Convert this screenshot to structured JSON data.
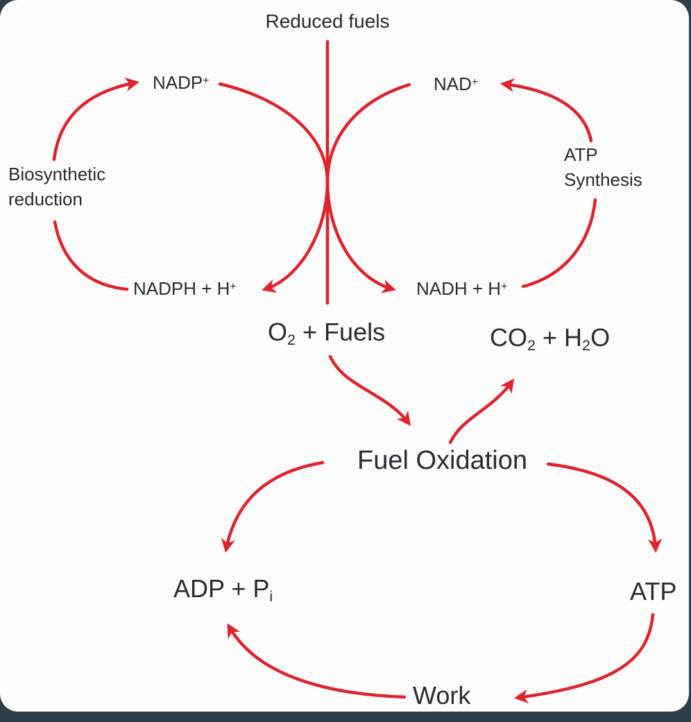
{
  "colors": {
    "arrow_red": "#e0222a",
    "text_dark": "#2b2b33",
    "frame_color": "#2f3e48",
    "card_color": "#fcfcfd"
  },
  "labels": {
    "reduced_fuels": "Reduced fuels",
    "nadp": {
      "base": "NADP",
      "sup": "+"
    },
    "nadph": {
      "base": "NADPH + H",
      "sup": "+"
    },
    "nad": {
      "base": "NAD",
      "sup": "+"
    },
    "nadh": {
      "base": "NADH + H",
      "sup": "+"
    },
    "biosynthetic": {
      "line1": "Biosynthetic",
      "line2": "reduction"
    },
    "atp_synthesis": {
      "line1": "ATP",
      "line2": "Synthesis"
    },
    "o2_fuels": {
      "p1": "O",
      "s1": "2",
      "p2": " + Fuels"
    },
    "co2_h2o": {
      "p1": "CO",
      "s1": "2",
      "p2": " + H",
      "s2": "2",
      "p3": "O"
    },
    "fuel_oxidation": "Fuel Oxidation",
    "adp_pi": {
      "p1": "ADP + P",
      "s1": "i"
    },
    "atp": "ATP",
    "work": "Work"
  }
}
